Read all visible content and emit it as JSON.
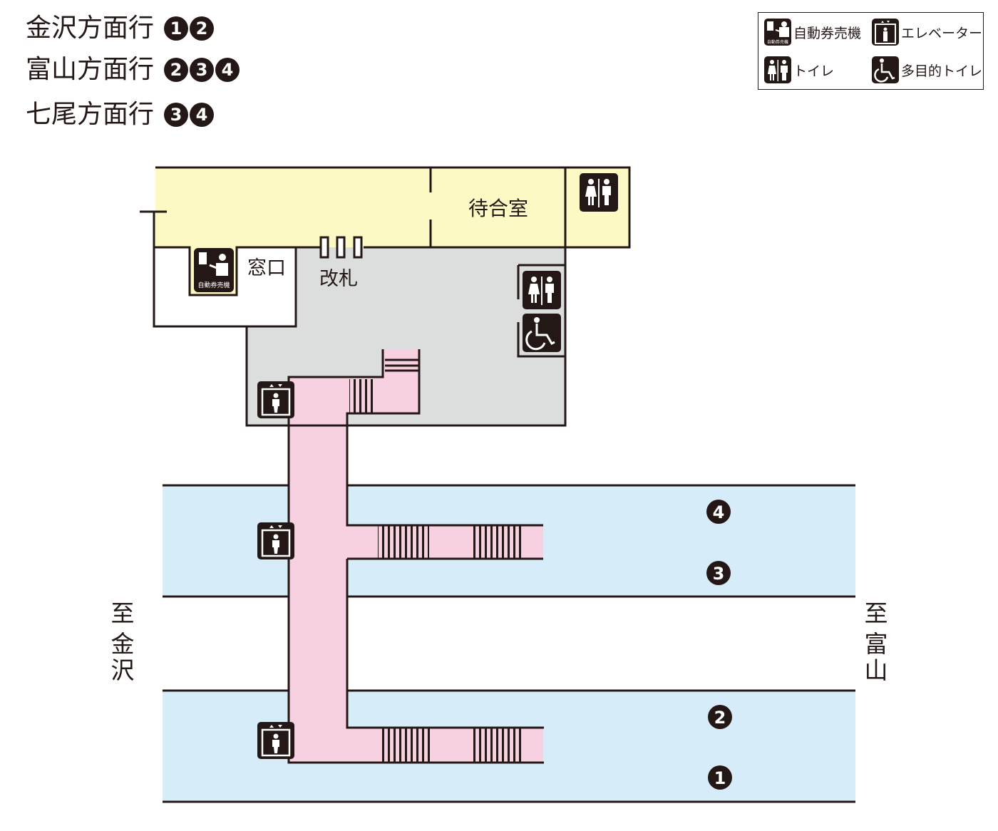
{
  "destinations": [
    {
      "label": "金沢方面行",
      "platforms": [
        "1",
        "2"
      ]
    },
    {
      "label": "富山方面行",
      "platforms": [
        "2",
        "3",
        "4"
      ]
    },
    {
      "label": "七尾方面行",
      "platforms": [
        "3",
        "4"
      ]
    }
  ],
  "legend": {
    "ticket_machine": "自動券売機",
    "ticket_machine_icon_text": "自動券売機",
    "elevator": "エレベーター",
    "toilet": "トイレ",
    "accessible_toilet": "多目的トイレ"
  },
  "map": {
    "waiting_room": "待合室",
    "ticket_office": "窓口",
    "ticket_gate": "改札",
    "ticket_machine_icon_text": "自動券売機",
    "platform_numbers": [
      "4",
      "3",
      "2",
      "1"
    ],
    "to_left": [
      "至",
      "金",
      "沢"
    ],
    "to_right": [
      "至",
      "富",
      "山"
    ]
  },
  "colors": {
    "concourse_outside": "#fdf9c5",
    "concourse_inside": "#dcdddd",
    "passage": "#f7d0e2",
    "platform": "#d6ecf8",
    "ink": "#231815"
  }
}
